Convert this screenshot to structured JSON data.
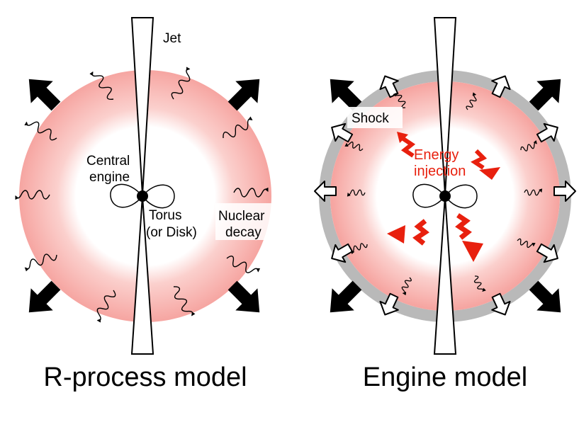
{
  "colors": {
    "ejecta_inner": "#ffffff",
    "ejecta_outer": "#f6a5a1",
    "shock": "#b9b9b9",
    "energy": "#e8200e",
    "ink": "#000000"
  },
  "left_panel": {
    "title": "R-process model",
    "jet_label": "Jet",
    "central_engine_label_1": "Central",
    "central_engine_label_2": "engine",
    "torus_label_1": "Torus",
    "torus_label_2": "(or Disk)",
    "decay_label_1": "Nuclear",
    "decay_label_2": "decay"
  },
  "right_panel": {
    "title": "Engine model",
    "shock_label": "Shock",
    "energy_label_1": "Energy",
    "energy_label_2": "injection"
  },
  "icons": {
    "expansion_arrow": "black-arrow-icon",
    "shock_arrow": "hollow-arrow-icon",
    "photon": "wavy-arrow-icon",
    "energy_arrow": "red-zigzag-arrow-icon"
  }
}
